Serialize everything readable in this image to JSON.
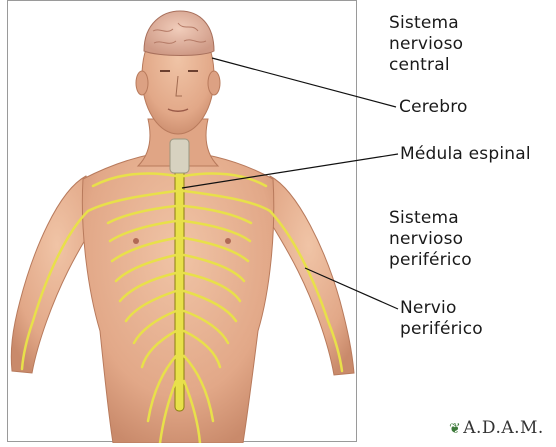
{
  "labels": {
    "sistema_central": [
      "Sistema",
      "nervioso",
      "central"
    ],
    "cerebro": "Cerebro",
    "medula": "Médula espinal",
    "sistema_periferico": [
      "Sistema",
      "nervioso",
      "periférico"
    ],
    "nervio_periferico": [
      "Nervio",
      "periférico"
    ]
  },
  "logo": {
    "text": "A.D.A.M.",
    "icon": "leaf-icon"
  },
  "colors": {
    "skin": "#e9b696",
    "skin_shadow": "#c98a6b",
    "nerve": "#e8e04a",
    "nerve_outline": "#8a7d10",
    "brain": "#e5b9a6",
    "leader_line": "#111111"
  }
}
